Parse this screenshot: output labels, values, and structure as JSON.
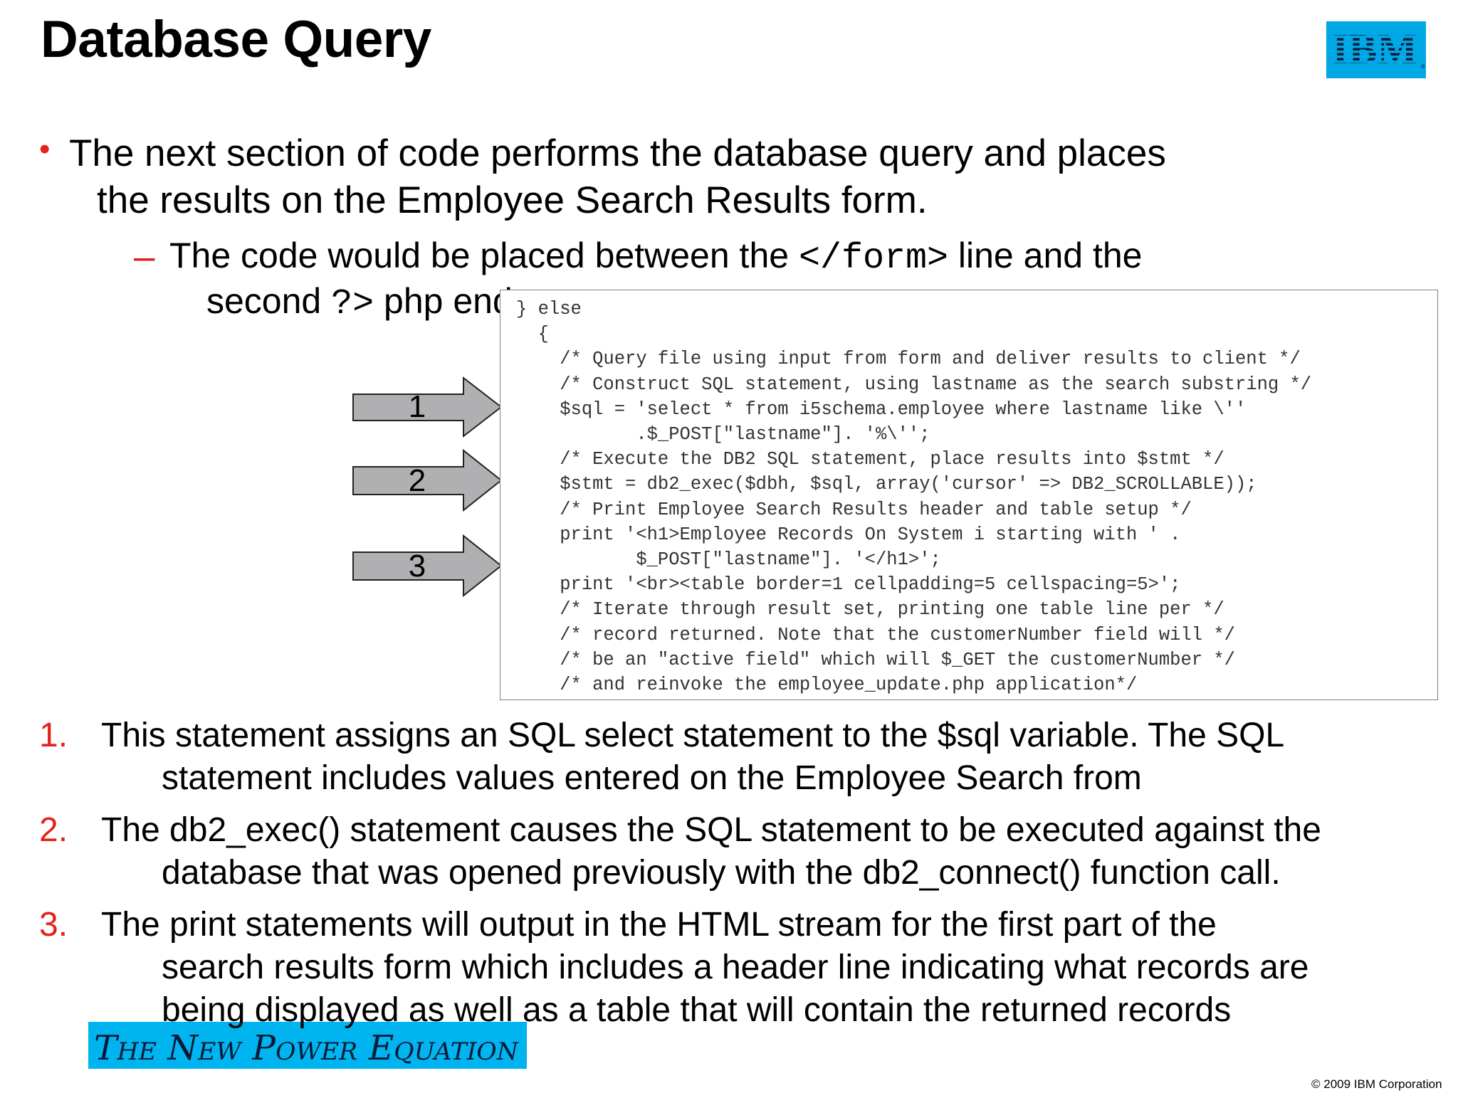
{
  "slide": {
    "title": "Database Query",
    "bullet": {
      "marker": "•",
      "line1": "The next section of code performs the database query and places",
      "line2": "the results on the Employee Search Results form."
    },
    "sub_bullet": {
      "marker": "–",
      "part1": "The code would be placed between the ",
      "code1": "</form>",
      "part2": " line and the",
      "line2_part1": "second ",
      "code2": "?>",
      "line2_part2": " php end tag"
    },
    "code_lines": [
      "} else",
      "  {",
      "    /* Query file using input from form and deliver results to client */",
      "    /* Construct SQL statement, using lastname as the search substring */",
      "    $sql = 'select * from i5schema.employee where lastname like \\''",
      "           .$_POST[\"lastname\"]. '%\\'';",
      "    /* Execute the DB2 SQL statement, place results into $stmt */",
      "    $stmt = db2_exec($dbh, $sql, array('cursor' => DB2_SCROLLABLE));",
      "    /* Print Employee Search Results header and table setup */",
      "    print '<h1>Employee Records On System i starting with ' .",
      "           $_POST[\"lastname\"]. '</h1>';",
      "    print '<br><table border=1 cellpadding=5 cellspacing=5>';",
      "    /* Iterate through result set, printing one table line per */",
      "    /* record returned. Note that the customerNumber field will */",
      "    /* be an \"active field\" which will $_GET the customerNumber */",
      "    /* and reinvoke the employee_update.php application*/"
    ],
    "arrows": [
      {
        "label": "1"
      },
      {
        "label": "2"
      },
      {
        "label": "3"
      }
    ],
    "numbered_items": [
      {
        "number": "1.",
        "line1": "This statement assigns an SQL select statement to the $sql variable.  The SQL",
        "line2": "statement includes values entered on the Employee Search from"
      },
      {
        "number": "2.",
        "line1": "The db2_exec() statement causes the SQL statement to be executed against the",
        "line2": "database that was opened previously with the db2_connect() function call."
      },
      {
        "number": "3.",
        "line1": "The print statements will output in the HTML stream for the first part of the",
        "line2": "search results form which includes a header line indicating what records are",
        "line3": "being displayed as well as a table that will contain the returned records"
      }
    ],
    "logo_text": "IBM",
    "tagline": "The New Power Equation",
    "copyright": "© 2009  IBM Corporation",
    "colors": {
      "ibm_blue": "#00a8e6",
      "tagline_blue": "#00b5ef",
      "bullet_red": "#e2231a",
      "arrow_gray": "#b0b0b3"
    }
  }
}
